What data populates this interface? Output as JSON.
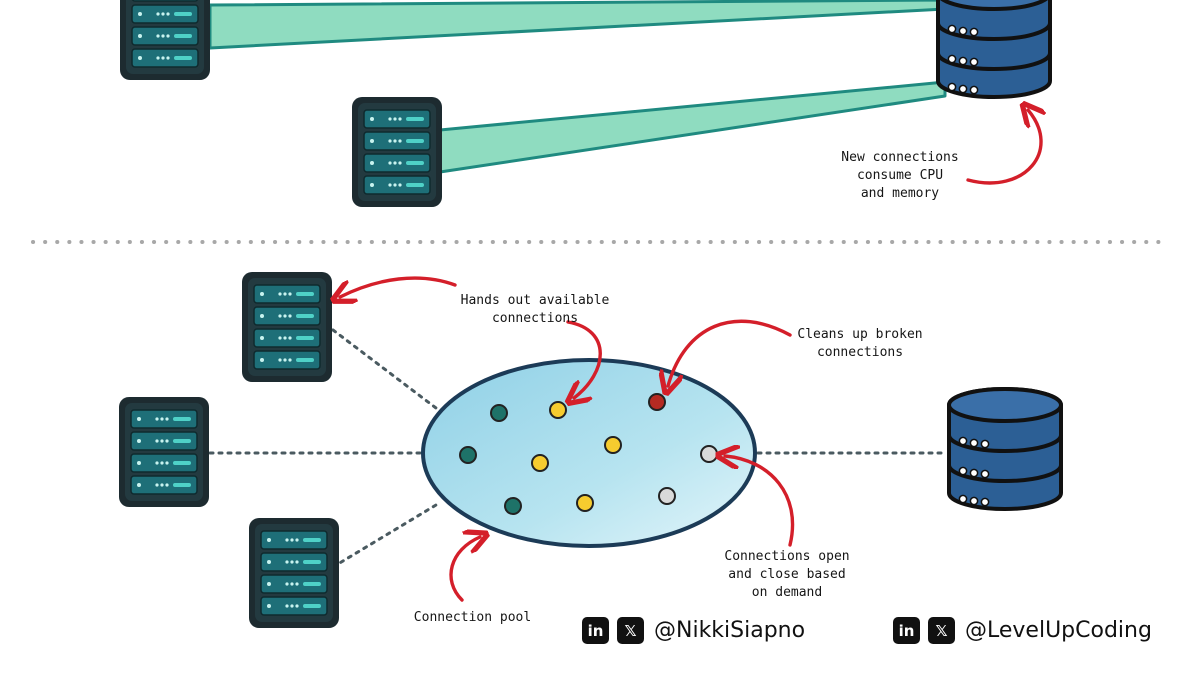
{
  "colors": {
    "server_body": "#1d2b30",
    "server_face": "#1e6f78",
    "server_led": "#4fd1c7",
    "connection_band": "#8fdcc0",
    "connection_edge": "#1f8a80",
    "db_blue": "#2c5f95",
    "db_dark": "#1a3a63",
    "pool_fill": "#aadced",
    "pool_edge": "#1c3b57",
    "arrow_red": "#d41f2a",
    "dot_teal": "#1e7268",
    "dot_yellow": "#f6cc2f",
    "dot_red": "#b52a22",
    "dot_gray": "#cfcfcf",
    "divider": "#a8a8a8"
  },
  "top_section": {
    "annotation": "New connections\nconsume CPU\nand memory"
  },
  "bottom_section": {
    "annotations": {
      "hands_out": "Hands out available\nconnections",
      "cleans_up": "Cleans up broken\nconnections",
      "open_close": "Connections open\nand close based\non demand",
      "pool": "Connection pool"
    }
  },
  "credits": [
    {
      "linkedin_icon": "in",
      "x_icon": "𝕏",
      "handle": "@NikkiSiapno"
    },
    {
      "linkedin_icon": "in",
      "x_icon": "𝕏",
      "handle": "@LevelUpCoding"
    }
  ]
}
